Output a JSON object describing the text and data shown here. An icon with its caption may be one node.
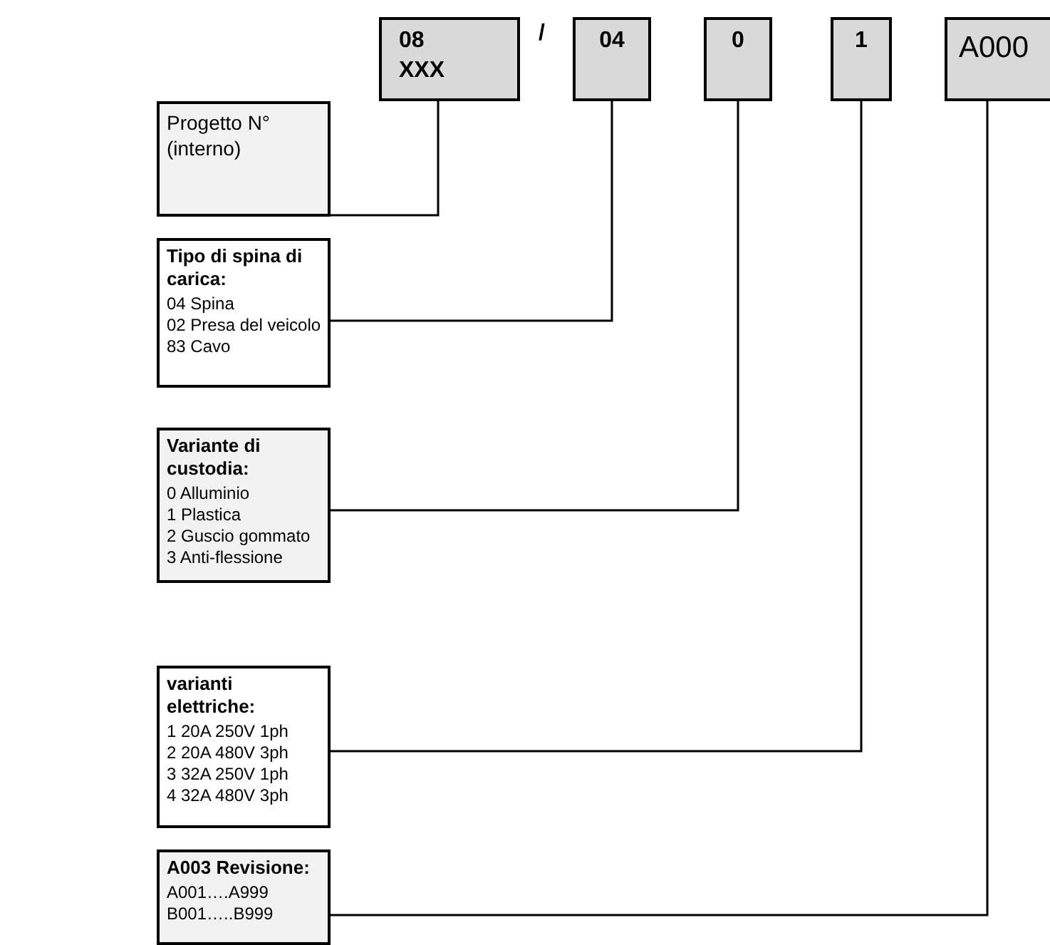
{
  "diagram": {
    "nodes": [
      {
        "text": [
          "08 XXX"
        ]
      },
      {
        "text": [
          "04"
        ]
      },
      {
        "text": [
          "0"
        ]
      },
      {
        "text": [
          "1"
        ]
      },
      {
        "text": [
          "A000"
        ]
      },
      {
        "text": [
          "Progetto N° (interno)"
        ]
      },
      {
        "text": [
          "Tipo di spina di carica:",
          "04 Spina",
          "02 Presa del veicolo",
          "83 Cavo"
        ]
      },
      {
        "text": [
          "Variante di custodia:",
          "0 Alluminio",
          "1 Plastica",
          "2 Guscio gommato",
          "3 Anti-flessione"
        ]
      },
      {
        "text": [
          "varianti elettriche:",
          "1 20A 250V 1ph",
          "2 20A 480V 3ph",
          "3 32A 250V 1ph",
          "4 32A 480V 3ph"
        ]
      },
      {
        "text": [
          "A003 Revisione:",
          "A001….A999",
          "B001…..B999"
        ]
      }
    ],
    "edges": [
      {
        "from": 5,
        "to": 0,
        "arrow": "none"
      },
      {
        "from": 6,
        "to": 1,
        "arrow": "none"
      },
      {
        "from": 7,
        "to": 2,
        "arrow": "none"
      },
      {
        "from": 8,
        "to": 3,
        "arrow": "none"
      },
      {
        "from": 9,
        "to": 4,
        "arrow": "none"
      }
    ],
    "labels": [
      "/"
    ]
  }
}
